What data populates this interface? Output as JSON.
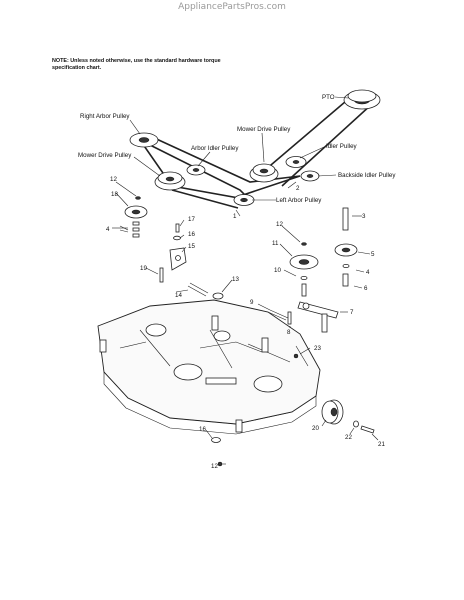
{
  "watermark": "AppliancePartsPros.com",
  "note": "NOTE: Unless noted otherwise, use the standard hardware torque specification chart.",
  "labels": {
    "pto": "PTO",
    "right_arbor_pulley": "Right Arbor Pulley",
    "mower_drive_pulley_top": "Mower Drive Pulley",
    "mower_drive_pulley_left": "Mower Drive Pulley",
    "arbor_idler_pulley": "Arbor Idler Pulley",
    "idler_pulley": "Idler Pulley",
    "backside_idler_pulley": "Backside Idler Pulley",
    "left_arbor_pulley": "Left Arbor Pulley"
  },
  "callouts": {
    "c1": "1",
    "c2": "2",
    "c3": "3",
    "c4a": "4",
    "c4b": "4",
    "c5": "5",
    "c6": "6",
    "c7": "7",
    "c8": "8",
    "c9": "9",
    "c10": "10",
    "c11": "11",
    "c12a": "12",
    "c12b": "12",
    "c12c": "12",
    "c13": "13",
    "c14": "14",
    "c15": "15",
    "c16a": "16",
    "c16b": "16",
    "c17": "17",
    "c18": "18",
    "c19": "19",
    "c20": "20",
    "c21": "21",
    "c22": "22",
    "c23": "23"
  }
}
